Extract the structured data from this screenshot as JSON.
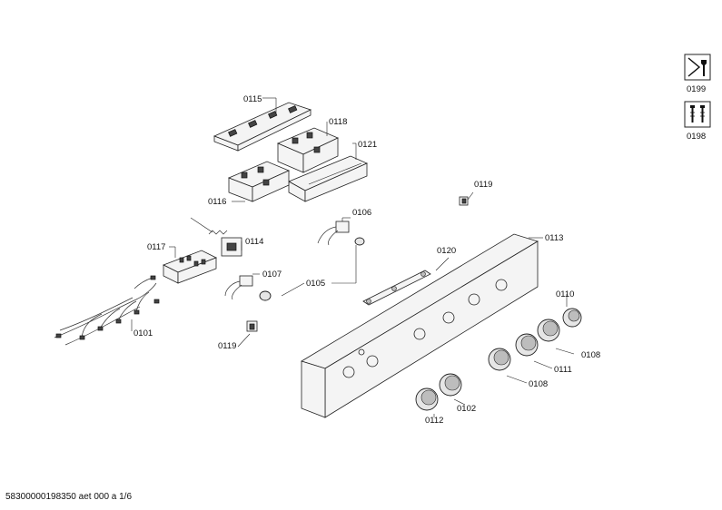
{
  "labels": {
    "l0115": "0115",
    "l0118": "0118",
    "l0121": "0121",
    "l0116": "0116",
    "l0119a": "0119",
    "l0106": "0106",
    "l0117": "0117",
    "l0114": "0114",
    "l0107": "0107",
    "l0105": "0105",
    "l0120": "0120",
    "l0113": "0113",
    "l0110": "0110",
    "l0108a": "0108",
    "l0111": "0111",
    "l0108b": "0108",
    "l0101": "0101",
    "l0119b": "0119",
    "l0112": "0112",
    "l0102": "0102"
  },
  "icons": {
    "i0199": {
      "label": "0199",
      "icon": "wrench-icon"
    },
    "i0198": {
      "label": "0198",
      "icon": "screws-icon"
    }
  },
  "footer": "58300000198350 aet 000 a 1/6"
}
